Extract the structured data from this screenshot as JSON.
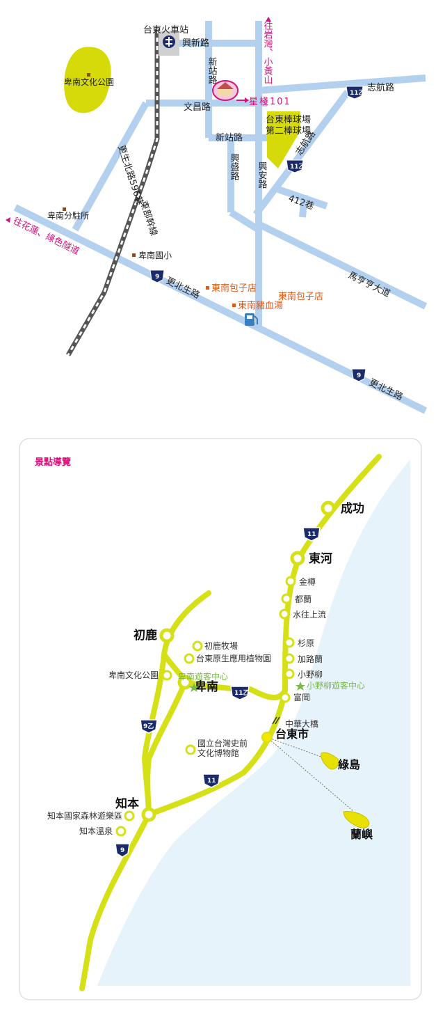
{
  "colors": {
    "road": "#b3d0ee",
    "park": "#d6da08",
    "route": "#d6e016",
    "sea": "#e6f3fb",
    "rail_dark": "#555555",
    "magenta": "#d4127a",
    "orange": "#e05a1a",
    "shield": "#1b2a6b",
    "green": "#7bb84a"
  },
  "street_map": {
    "station": "台東火車站",
    "station_icon": "rail-station-icon",
    "park": "卑南文化公園",
    "roads": {
      "xingxin": "興新路",
      "xinzhan_v": "新站路",
      "wenchang": "文昌路",
      "xinzhan_h": "新站路",
      "xingsheng": "興盛路",
      "xingan": "興安路",
      "zhihang_top": "志航路",
      "zhihang_diag": "志航路",
      "lane412": "412巷",
      "geng596": "更生北路596巷",
      "rail_line": "東部幹線",
      "mating": "馬亨亨大道",
      "gengbei_mid": "更北生路",
      "gengbei_bottom": "更北生路"
    },
    "to_north": "往岩灣、小黃山",
    "to_south": "往花蓮、綠色隧道",
    "stadium_1": "台東棒球場",
    "stadium_2": "第二棒球場",
    "police": "卑南分駐所",
    "school": "卑南國小",
    "shop_baozi_1": "東南包子店",
    "shop_baozi_2": "東南包子店",
    "shop_soup": "東南豬血湯",
    "destination": "星棧101",
    "destination_icon": "house-icon",
    "gas_icon": "gas-station-icon",
    "shields": {
      "s11_top": "11乙",
      "s11_mid": "11乙",
      "s9_mid": "9",
      "s9_bottom": "9"
    }
  },
  "tour_map": {
    "title": "景點導覽",
    "towns": {
      "chenggong": "成功",
      "donghe": "東河",
      "chulu": "初鹿",
      "beinan": "卑南",
      "zhiben": "知本",
      "taidong": "台東市",
      "ludao": "綠島",
      "lanyu": "蘭嶼"
    },
    "spots": {
      "jinzun": "金樽",
      "dulan": "都蘭",
      "shuiwang": "水往上流",
      "shanyuan": "杉原",
      "jialulan": "加路蘭",
      "xiaoyeliu": "小野柳",
      "fugang": "富岡",
      "chulu_farm": "初鹿牧場",
      "botanical": "台東原生應用植物園",
      "culture_park": "卑南文化公園",
      "museum_1": "國立台灣史前",
      "museum_2": "文化博物館",
      "forest": "知本國家森林遊樂區",
      "hotspring": "知本溫泉",
      "bridge": "中華大橋"
    },
    "visitor_centers": {
      "beinan": "卑南遊客中心",
      "xiaoyeliu": "小野柳遊客中心"
    },
    "shields": {
      "r11_top": "11",
      "r11_mid": "11乙",
      "r9_left": "9乙",
      "r11_bottom": "11",
      "r9_bottom": "9"
    }
  }
}
